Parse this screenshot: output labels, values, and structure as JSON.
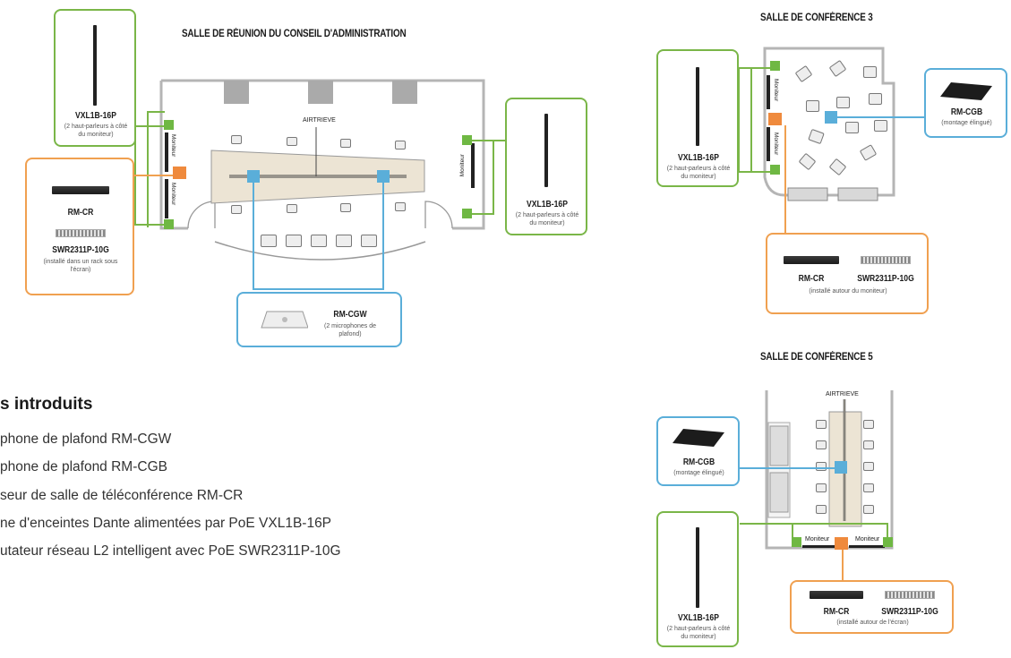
{
  "boardroom": {
    "title": "SALLE DE RÉUNION DU CONSEIL D'ADMINISTRATION",
    "airtrieve": "AIRTRIEVE",
    "monitor_left_1": "Moniteur",
    "monitor_left_2": "Moniteur",
    "monitor_right": "Moniteur",
    "speaker_left": {
      "name": "VXL1B-16P",
      "desc": "(2 haut-parleurs à côté du moniteur)"
    },
    "speaker_right": {
      "name": "VXL1B-16P",
      "desc": "(2 haut-parleurs à côté du moniteur)"
    },
    "rack": {
      "cr": "RM-CR",
      "sw": "SWR2311P-10G",
      "desc": "(installé dans un rack sous l'écran)"
    },
    "mic": {
      "name": "RM-CGW",
      "desc": "(2 microphones de plafond)"
    }
  },
  "conf3": {
    "title": "SALLE DE CONFÉRENCE 3",
    "monitor_1": "Moniteur",
    "monitor_2": "Moniteur",
    "speaker": {
      "name": "VXL1B-16P",
      "desc": "(2 haut-parleurs à côté du moniteur)"
    },
    "mic": {
      "name": "RM-CGB",
      "desc": "(montage élingué)"
    },
    "devices": {
      "cr": "RM-CR",
      "sw": "SWR2311P-10G",
      "desc": "(installé autour du moniteur)"
    }
  },
  "conf5": {
    "title": "SALLE DE CONFÉRENCE 5",
    "airtrieve": "AIRTRIEVE",
    "monitor_1": "Moniteur",
    "monitor_2": "Moniteur",
    "speaker": {
      "name": "VXL1B-16P",
      "desc": "(2 haut-parleurs à côté du moniteur)"
    },
    "mic": {
      "name": "RM-CGB",
      "desc": "(montage élingué)"
    },
    "devices": {
      "cr": "RM-CR",
      "sw": "SWR2311P-10G",
      "desc": "(installé autour de l'écran)"
    }
  },
  "legend": {
    "title": "s introduits",
    "items": [
      "phone de plafond RM-CGW",
      "phone de plafond RM-CGB",
      "seur de salle de téléconférence RM-CR",
      "ne d'enceintes Dante alimentées par PoE VXL1B-16P",
      "utateur réseau L2 intelligent avec PoE SWR2311P-10G"
    ]
  },
  "colors": {
    "speaker": "#6fb843",
    "processor": "#ef8a3d",
    "mic": "#5aaed9"
  }
}
